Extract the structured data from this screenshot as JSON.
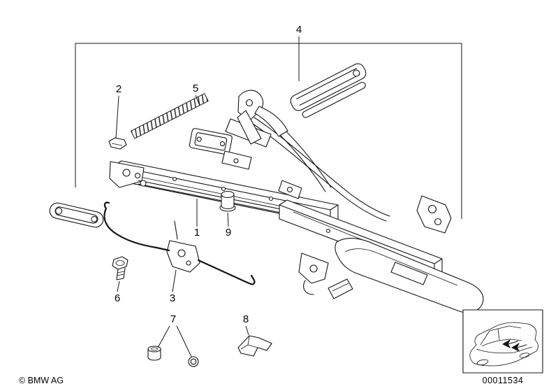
{
  "colors": {
    "background": "#ffffff",
    "line": "#141414"
  },
  "diagram": {
    "description": "BMW front seat rail exploded parts diagram",
    "callouts": [
      {
        "id": "1"
      },
      {
        "id": "2"
      },
      {
        "id": "3"
      },
      {
        "id": "4"
      },
      {
        "id": "5"
      },
      {
        "id": "6"
      },
      {
        "id": "7"
      },
      {
        "id": "8"
      },
      {
        "id": "9"
      }
    ]
  },
  "footer": {
    "copyright": "© BMW AG",
    "drawing_number": "00011534"
  }
}
